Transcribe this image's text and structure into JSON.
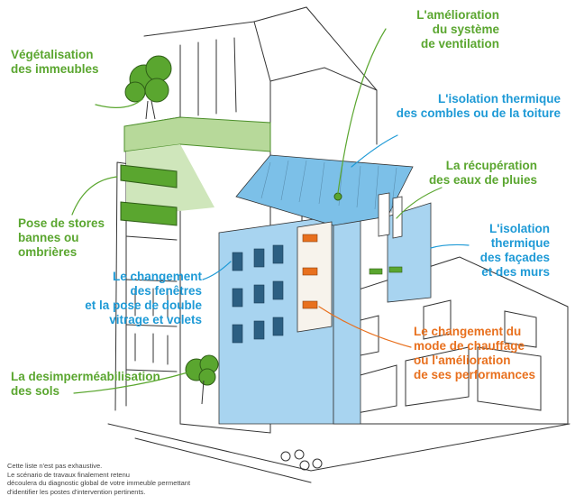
{
  "colors": {
    "green": "#5aa62f",
    "blue": "#1e9ad6",
    "orange": "#e8701e",
    "facade_blue": "#a8d4f0"
  },
  "labels": {
    "vegetalisation": [
      "Végétalisation",
      "des immeubles"
    ],
    "ventilation": [
      "L'amélioration",
      "du système",
      "de ventilation"
    ],
    "isolation_combles": [
      "L'isolation thermique",
      "des combles ou de la toiture"
    ],
    "eaux_pluies": [
      "La récupération",
      "des eaux de pluies"
    ],
    "isolation_facades": [
      "L'isolation",
      "thermique",
      "des façades",
      "et des murs"
    ],
    "stores": [
      "Pose de stores",
      "bannes ou",
      "ombrières"
    ],
    "fenetres": [
      "Le changement",
      "des fenêtres",
      "et la pose de double",
      "vitrage et volets"
    ],
    "chauffage": [
      "Le changement du",
      "mode de chauffage",
      "ou l'amélioration",
      "de ses performances"
    ],
    "desimpermeabilisation": [
      "La desimperméabilisation",
      "des sols"
    ]
  },
  "footnote": [
    "Cette liste n'est pas exhaustive.",
    "Le scénario de travaux finalement retenu",
    "découlera du diagnostic global de votre immeuble permettant",
    "d'identifier les postes d'intervention pertinents."
  ]
}
